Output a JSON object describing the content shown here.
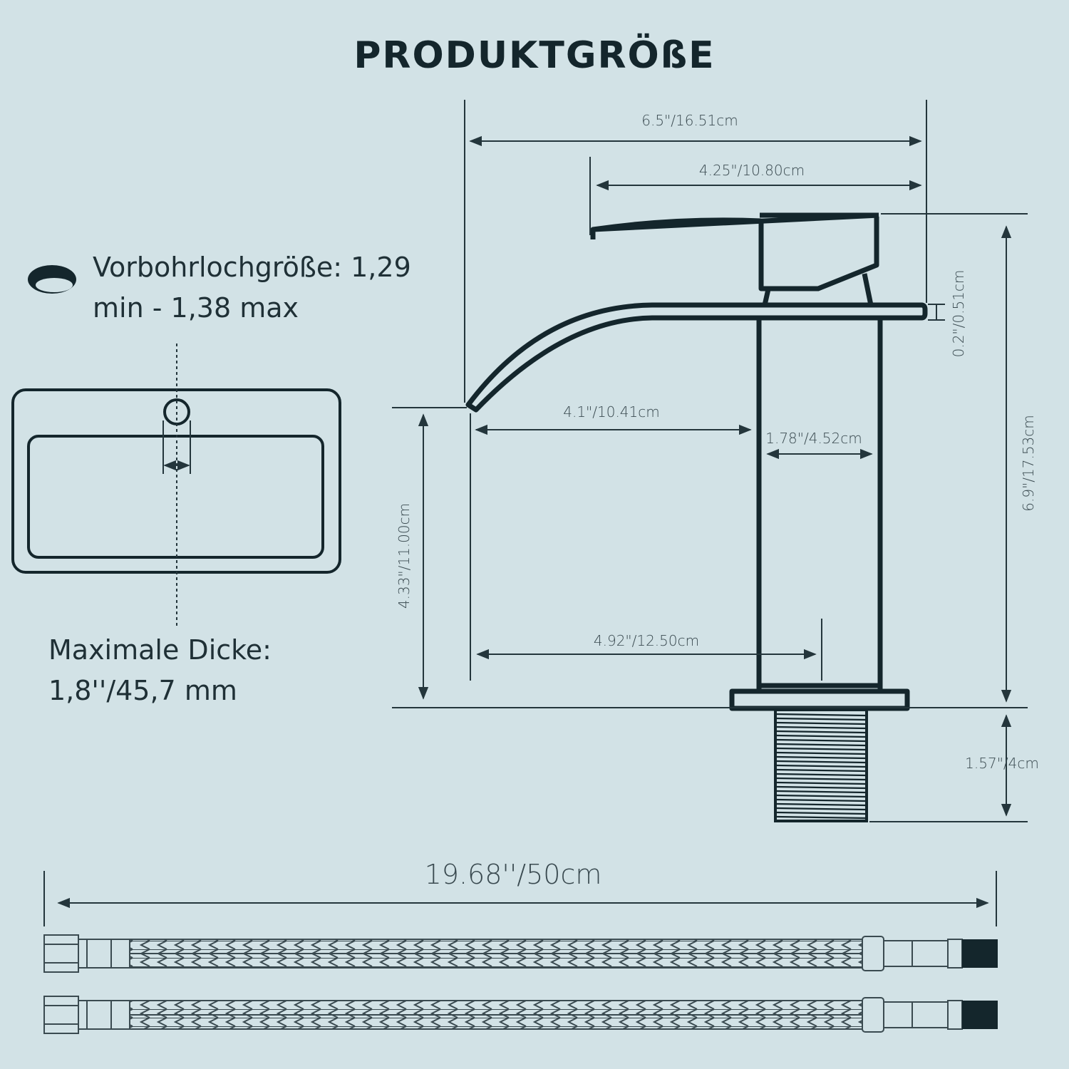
{
  "title": "PRODUKTGRÖßE",
  "hole_size": {
    "line1": "Vorbohrlochgröße: 1,29",
    "line2": "min - 1,38 max"
  },
  "max_thickness": {
    "line1": "Maximale Dicke:",
    "line2": "1,8''/45,7 mm"
  },
  "dimensions": {
    "total_width": "6.5\"/16.51cm",
    "handle_width": "4.25\"/10.80cm",
    "plate_thickness": "0.2\"/0.51cm",
    "total_height": "6.9\"/17.53cm",
    "spout_reach": "4.1\"/10.41cm",
    "body_width": "1.78\"/4.52cm",
    "spout_height": "4.33\"/11.00cm",
    "spout_to_center": "4.92\"/12.50cm",
    "thread_length": "1.57\"/4cm",
    "hose_length": "19.68''/50cm"
  },
  "colors": {
    "background": "#d2e2e6",
    "ink": "#14262c"
  }
}
